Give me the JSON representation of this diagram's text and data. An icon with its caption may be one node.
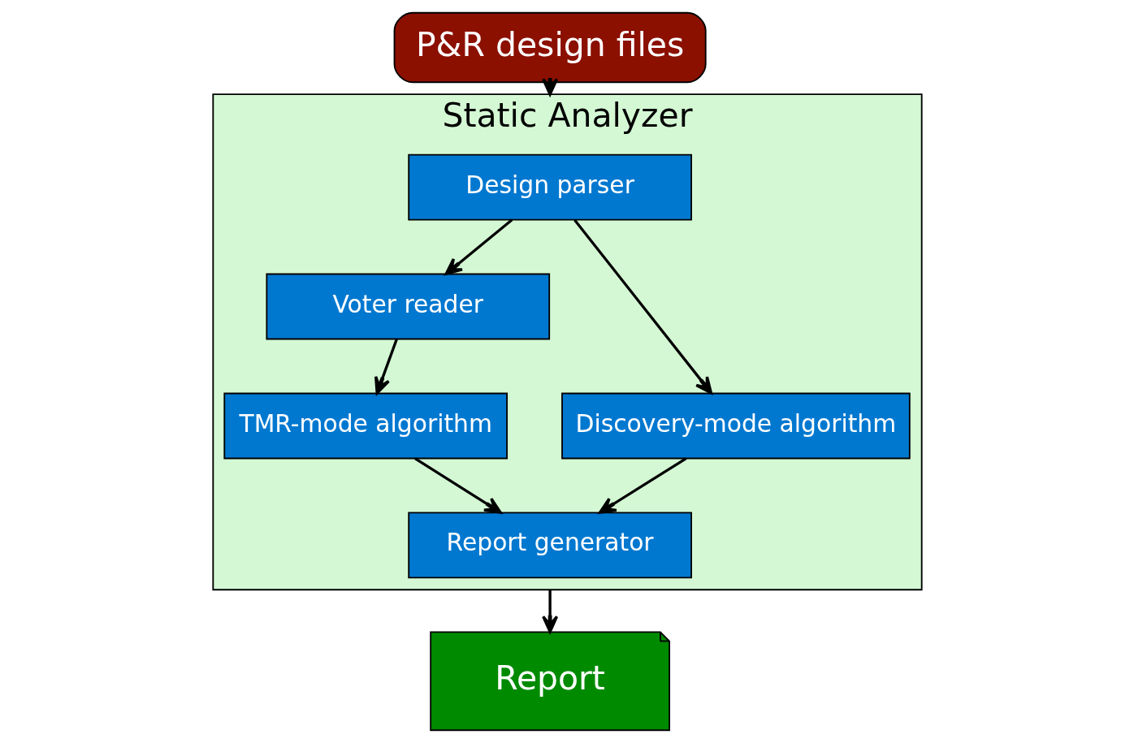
{
  "diagram": {
    "nodes": [
      {
        "text": [
          "P&R design files"
        ]
      },
      {
        "text": [
          "Static Analyzer"
        ]
      },
      {
        "text": [
          "Design parser"
        ],
        "in": 1
      },
      {
        "text": [
          "Voter reader"
        ],
        "in": 1
      },
      {
        "text": [
          "TMR-mode algorithm"
        ],
        "in": 1
      },
      {
        "text": [
          "Discovery-mode algorithm"
        ],
        "in": 1
      },
      {
        "text": [
          "Report generator"
        ],
        "in": 1
      },
      {
        "text": [
          "Report"
        ]
      }
    ],
    "edges": [
      {
        "from": 0,
        "to": 1,
        "arrow": "to"
      },
      {
        "from": 2,
        "to": 3,
        "arrow": "to"
      },
      {
        "from": 2,
        "to": 5,
        "arrow": "to"
      },
      {
        "from": 3,
        "to": 4,
        "arrow": "to"
      },
      {
        "from": 4,
        "to": 6,
        "arrow": "to"
      },
      {
        "from": 5,
        "to": 6,
        "arrow": "to"
      },
      {
        "from": 1,
        "to": 7,
        "arrow": "to"
      }
    ]
  }
}
